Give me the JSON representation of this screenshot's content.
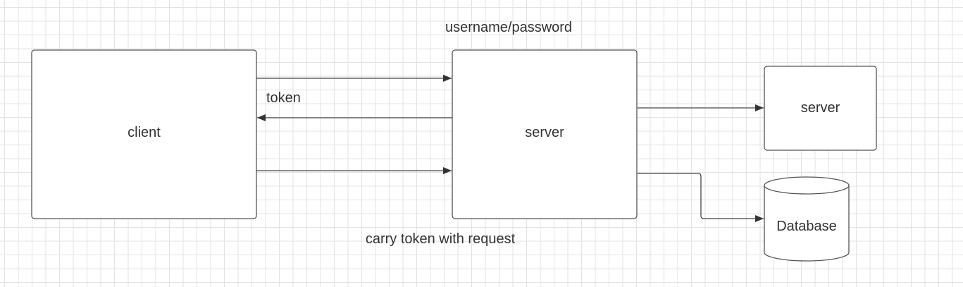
{
  "diagram": {
    "nodes": {
      "client": {
        "label": "client"
      },
      "auth_server": {
        "label": "server"
      },
      "backend_server": {
        "label": "server"
      },
      "database": {
        "label": "Database"
      }
    },
    "edges": {
      "credentials": {
        "from": "client",
        "to": "auth_server",
        "label": "username/password"
      },
      "token_return": {
        "from": "auth_server",
        "to": "client",
        "label": "token"
      },
      "request_with_token": {
        "from": "client",
        "to": "auth_server",
        "label": "carry token with request"
      },
      "to_backend": {
        "from": "auth_server",
        "to": "backend_server",
        "label": ""
      },
      "to_database": {
        "from": "auth_server",
        "to": "database",
        "label": ""
      }
    }
  }
}
